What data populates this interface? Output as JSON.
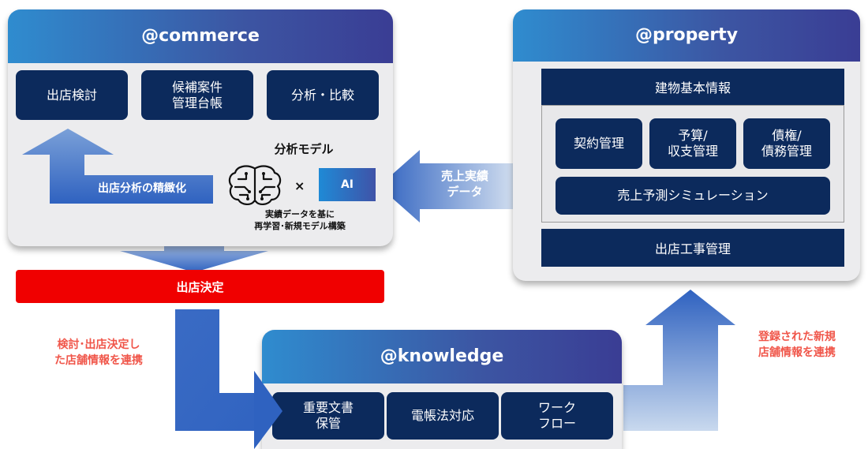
{
  "commerce": {
    "title": "@commerce",
    "modules": [
      "出店検討",
      "候補案件\n管理台帳",
      "分析・比較"
    ],
    "refine_label": "出店分析の精緻化",
    "model_title": "分析モデル",
    "times_sign": "×",
    "ai_label": "AI",
    "model_caption": "実績データを基に\n再学習･新規モデル構築"
  },
  "property": {
    "title": "@property",
    "top_bar": "建物基本情報",
    "modules": [
      "契約管理",
      "予算/\n収支管理",
      "債権/\n債務管理"
    ],
    "forecast": "売上予測シミュレーション",
    "bottom_bar": "出店工事管理"
  },
  "knowledge": {
    "title": "@knowledge",
    "modules": [
      "重要文書\n保管",
      "電帳法対応",
      "ワーク\nフロー"
    ]
  },
  "decision_bar": "出店決定",
  "sales_data_arrow": "売上実績\nデータ",
  "left_note": "検討･出店決定し\nた店舗情報を連携",
  "right_note": "登録された新規\n店舗情報を連携",
  "colors": {
    "navy": "#0c2a5c",
    "red": "#f00000",
    "note_red": "#f0564a",
    "panel": "#ececee"
  }
}
